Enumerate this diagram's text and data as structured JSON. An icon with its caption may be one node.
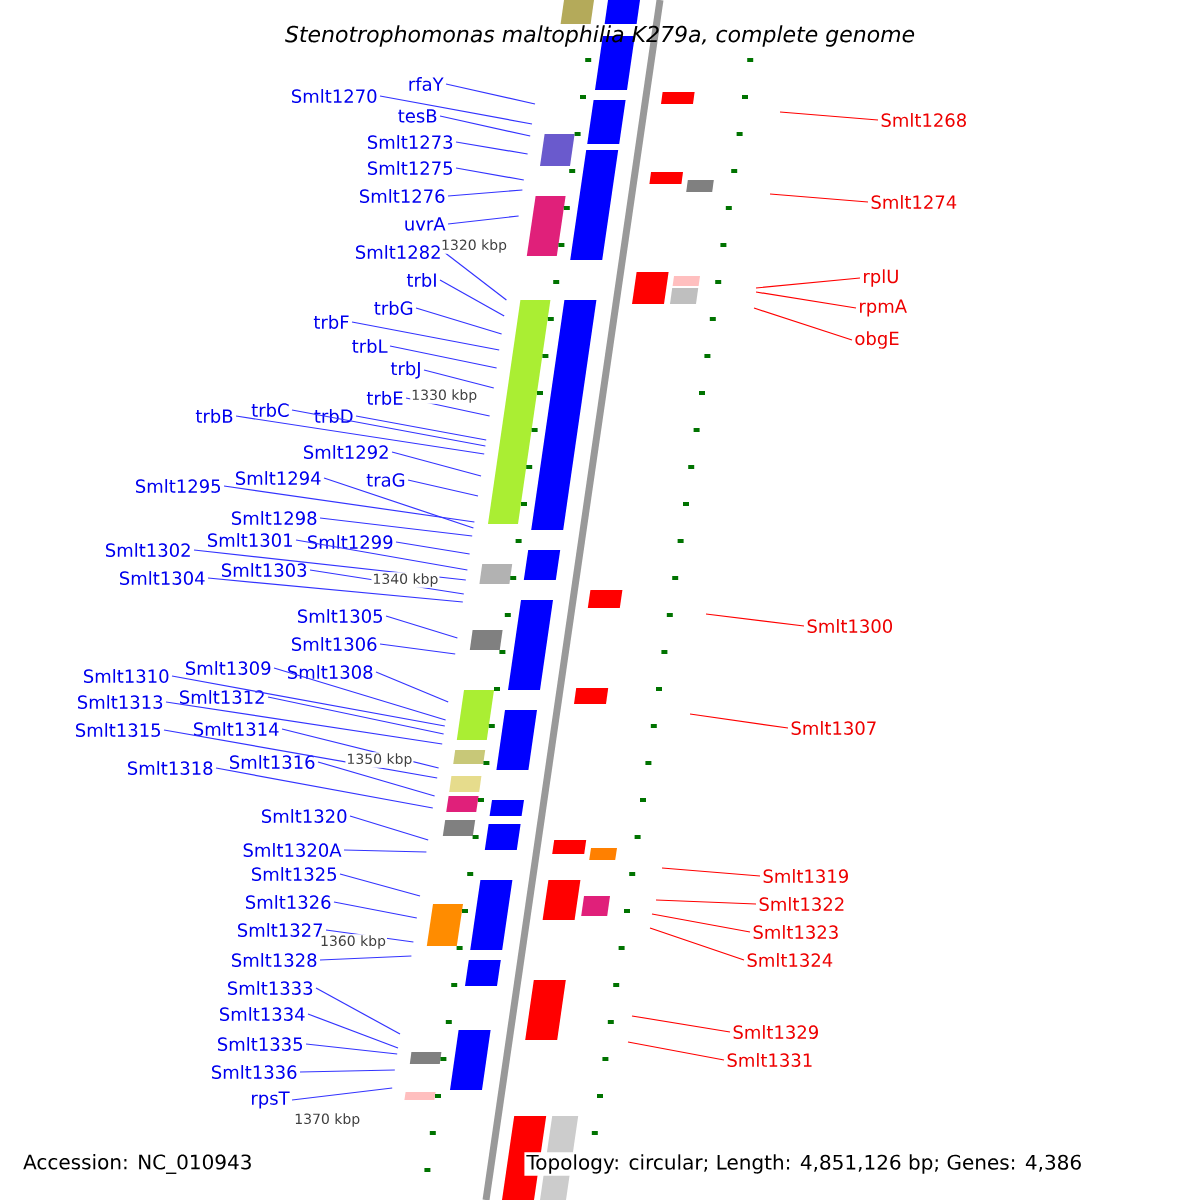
{
  "diagram": {
    "title": "Stenotrophomonas maltophilia K279a, complete genome",
    "nodes": [
      {
        "text": [
          "rfaY"
        ]
      },
      {
        "text": [
          "Smlt1270"
        ]
      },
      {
        "text": [
          "tesB"
        ]
      },
      {
        "text": [
          "Smlt1273"
        ]
      },
      {
        "text": [
          "Smlt1275"
        ]
      },
      {
        "text": [
          "Smlt1276"
        ]
      },
      {
        "text": [
          "uvrA"
        ]
      },
      {
        "text": [
          "Smlt1282"
        ]
      },
      {
        "text": [
          "trbI"
        ]
      },
      {
        "text": [
          "trbG"
        ]
      },
      {
        "text": [
          "trbF"
        ]
      },
      {
        "text": [
          "trbL"
        ]
      },
      {
        "text": [
          "trbJ"
        ]
      },
      {
        "text": [
          "trbE"
        ]
      },
      {
        "text": [
          "trbB"
        ]
      },
      {
        "text": [
          "trbC"
        ]
      },
      {
        "text": [
          "trbD"
        ]
      },
      {
        "text": [
          "Smlt1292"
        ]
      },
      {
        "text": [
          "traG"
        ]
      },
      {
        "text": [
          "Smlt1295"
        ]
      },
      {
        "text": [
          "Smlt1294"
        ]
      },
      {
        "text": [
          "Smlt1298"
        ]
      },
      {
        "text": [
          "Smlt1299"
        ]
      },
      {
        "text": [
          "Smlt1302"
        ]
      },
      {
        "text": [
          "Smlt1301"
        ]
      },
      {
        "text": [
          "Smlt1304"
        ]
      },
      {
        "text": [
          "Smlt1303"
        ]
      },
      {
        "text": [
          "Smlt1305"
        ]
      },
      {
        "text": [
          "Smlt1306"
        ]
      },
      {
        "text": [
          "Smlt1308"
        ]
      },
      {
        "text": [
          "Smlt1310"
        ]
      },
      {
        "text": [
          "Smlt1309"
        ]
      },
      {
        "text": [
          "Smlt1313"
        ]
      },
      {
        "text": [
          "Smlt1312"
        ]
      },
      {
        "text": [
          "Smlt1315"
        ]
      },
      {
        "text": [
          "Smlt1314"
        ]
      },
      {
        "text": [
          "Smlt1318"
        ]
      },
      {
        "text": [
          "Smlt1316"
        ]
      },
      {
        "text": [
          "Smlt1320"
        ]
      },
      {
        "text": [
          "Smlt1320A"
        ]
      },
      {
        "text": [
          "Smlt1325"
        ]
      },
      {
        "text": [
          "Smlt1326"
        ]
      },
      {
        "text": [
          "Smlt1327"
        ]
      },
      {
        "text": [
          "Smlt1328"
        ]
      },
      {
        "text": [
          "Smlt1333"
        ]
      },
      {
        "text": [
          "Smlt1334"
        ]
      },
      {
        "text": [
          "Smlt1335"
        ]
      },
      {
        "text": [
          "Smlt1336"
        ]
      },
      {
        "text": [
          "rpsT"
        ]
      },
      {
        "text": [
          "Smlt1268"
        ]
      },
      {
        "text": [
          "Smlt1274"
        ]
      },
      {
        "text": [
          "rplU"
        ]
      },
      {
        "text": [
          "rpmA"
        ]
      },
      {
        "text": [
          "obgE"
        ]
      },
      {
        "text": [
          "Smlt1300"
        ]
      },
      {
        "text": [
          "Smlt1307"
        ]
      },
      {
        "text": [
          "Smlt1319"
        ]
      },
      {
        "text": [
          "Smlt1322"
        ]
      },
      {
        "text": [
          "Smlt1323"
        ]
      },
      {
        "text": [
          "Smlt1324"
        ]
      },
      {
        "text": [
          "Smlt1329"
        ]
      },
      {
        "text": [
          "Smlt1331"
        ]
      }
    ],
    "edges": [
      {
        "from": 0,
        "to": null,
        "arrow": "none"
      },
      {
        "from": 1,
        "to": null,
        "arrow": "none"
      },
      {
        "from": 2,
        "to": null,
        "arrow": "none"
      },
      {
        "from": 3,
        "to": null,
        "arrow": "none"
      },
      {
        "from": 4,
        "to": null,
        "arrow": "none"
      },
      {
        "from": 5,
        "to": null,
        "arrow": "none"
      },
      {
        "from": 6,
        "to": null,
        "arrow": "none"
      },
      {
        "from": 7,
        "to": null,
        "arrow": "none"
      },
      {
        "from": 8,
        "to": null,
        "arrow": "none"
      },
      {
        "from": 9,
        "to": null,
        "arrow": "none"
      },
      {
        "from": 10,
        "to": null,
        "arrow": "none"
      },
      {
        "from": 11,
        "to": null,
        "arrow": "none"
      },
      {
        "from": 12,
        "to": null,
        "arrow": "none"
      },
      {
        "from": 13,
        "to": null,
        "arrow": "none"
      },
      {
        "from": 14,
        "to": null,
        "arrow": "none"
      },
      {
        "from": 15,
        "to": null,
        "arrow": "none"
      },
      {
        "from": 16,
        "to": null,
        "arrow": "none"
      },
      {
        "from": 17,
        "to": null,
        "arrow": "none"
      },
      {
        "from": 18,
        "to": null,
        "arrow": "none"
      },
      {
        "from": 19,
        "to": null,
        "arrow": "none"
      },
      {
        "from": 20,
        "to": null,
        "arrow": "none"
      },
      {
        "from": 21,
        "to": null,
        "arrow": "none"
      },
      {
        "from": 22,
        "to": null,
        "arrow": "none"
      },
      {
        "from": 23,
        "to": null,
        "arrow": "none"
      },
      {
        "from": 24,
        "to": null,
        "arrow": "none"
      },
      {
        "from": 25,
        "to": null,
        "arrow": "none"
      },
      {
        "from": 26,
        "to": null,
        "arrow": "none"
      },
      {
        "from": 27,
        "to": null,
        "arrow": "none"
      },
      {
        "from": 28,
        "to": null,
        "arrow": "none"
      },
      {
        "from": 29,
        "to": null,
        "arrow": "none"
      },
      {
        "from": 30,
        "to": null,
        "arrow": "none"
      },
      {
        "from": 31,
        "to": null,
        "arrow": "none"
      },
      {
        "from": 32,
        "to": null,
        "arrow": "none"
      },
      {
        "from": 33,
        "to": null,
        "arrow": "none"
      },
      {
        "from": 34,
        "to": null,
        "arrow": "none"
      },
      {
        "from": 35,
        "to": null,
        "arrow": "none"
      },
      {
        "from": 36,
        "to": null,
        "arrow": "none"
      },
      {
        "from": 37,
        "to": null,
        "arrow": "none"
      },
      {
        "from": 38,
        "to": null,
        "arrow": "none"
      },
      {
        "from": 39,
        "to": null,
        "arrow": "none"
      },
      {
        "from": 40,
        "to": null,
        "arrow": "none"
      },
      {
        "from": 41,
        "to": null,
        "arrow": "none"
      },
      {
        "from": 42,
        "to": null,
        "arrow": "none"
      },
      {
        "from": 43,
        "to": null,
        "arrow": "none"
      },
      {
        "from": 44,
        "to": null,
        "arrow": "none"
      },
      {
        "from": 45,
        "to": null,
        "arrow": "none"
      },
      {
        "from": 46,
        "to": null,
        "arrow": "none"
      },
      {
        "from": 47,
        "to": null,
        "arrow": "none"
      },
      {
        "from": 48,
        "to": null,
        "arrow": "none"
      },
      {
        "from": 49,
        "to": null,
        "arrow": "none",
        "color": "#ff0000"
      },
      {
        "from": 50,
        "to": null,
        "arrow": "none",
        "color": "#ff0000"
      },
      {
        "from": 51,
        "to": null,
        "arrow": "none",
        "color": "#ff0000"
      },
      {
        "from": 52,
        "to": null,
        "arrow": "none",
        "color": "#ff0000"
      },
      {
        "from": 53,
        "to": null,
        "arrow": "none",
        "color": "#ff0000"
      },
      {
        "from": 54,
        "to": null,
        "arrow": "none",
        "color": "#ff0000"
      },
      {
        "from": 55,
        "to": null,
        "arrow": "none",
        "color": "#ff0000"
      },
      {
        "from": 56,
        "to": null,
        "arrow": "none",
        "color": "#ff0000"
      },
      {
        "from": 57,
        "to": null,
        "arrow": "none",
        "color": "#ff0000"
      },
      {
        "from": 58,
        "to": null,
        "arrow": "none",
        "color": "#ff0000"
      },
      {
        "from": 59,
        "to": null,
        "arrow": "none",
        "color": "#ff0000"
      },
      {
        "from": 60,
        "to": null,
        "arrow": "none",
        "color": "#ff0000"
      },
      {
        "from": 61,
        "to": null,
        "arrow": "none",
        "color": "#ff0000"
      }
    ],
    "labels": [
      "1320 kbp",
      "1330 kbp",
      "1340 kbp",
      "1350 kbp",
      "1360 kbp",
      "1370 kbp",
      "Accession: NC_010943",
      "Topology: circular; Length: 4,851,126 bp; Genes: 4,386"
    ]
  }
}
